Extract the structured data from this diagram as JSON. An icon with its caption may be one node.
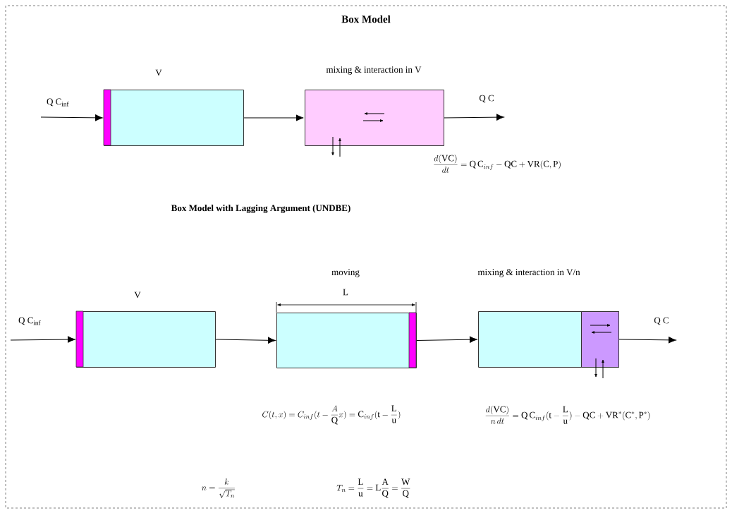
{
  "diagram": {
    "title": "Box Model",
    "nodes": [
      {
        "text": [
          "V"
        ]
      },
      {
        "text": [
          "mixing & interaction in V"
        ]
      },
      {
        "text": [
          "V"
        ]
      },
      {
        "text": [
          "moving"
        ]
      },
      {
        "text": [
          "mixing & interaction in V/n"
        ]
      },
      {
        "text": [],
        "shape": "box",
        "in": 4
      }
    ],
    "edges": [
      {
        "from": null,
        "to": 0,
        "arrow": "to",
        "label": "Q C$_{inf}$"
      },
      {
        "from": 0,
        "to": 1,
        "arrow": "to"
      },
      {
        "from": 1,
        "to": null,
        "arrow": "to",
        "label": "Q C"
      },
      {
        "from": null,
        "to": 2,
        "arrow": "to",
        "label": "Q C$_{inf}$"
      },
      {
        "from": 2,
        "to": 3,
        "arrow": "to"
      },
      {
        "from": 3,
        "to": 4,
        "arrow": "to"
      },
      {
        "from": 5,
        "to": null,
        "arrow": "to",
        "label": "Q C"
      }
    ],
    "labels": [
      "\\frac{d(\\mathrm{VC})}{dt} = \\mathrm{Q\\,C}_{inf} - \\mathrm{QC} + \\mathrm{VR}(\\mathrm{C},\\mathrm{P})",
      "Box Model with Lagging Argument (UNDBE)",
      "L",
      "C(t,x) = C_{inf}(t - \\frac{A}{\\mathrm{Q}}x) = \\mathrm{C}_{inf}(\\mathrm{t} - \\frac{\\mathrm{L}}{\\mathrm{u}})",
      "\\frac{d(\\mathrm{VC})}{n\\,dt} = \\mathrm{Q\\,C}_{inf}(\\mathrm{t} - \\frac{\\mathrm{L}}{\\mathrm{u}}) - \\mathrm{QC} + \\mathrm{VR}^{*}(\\mathrm{C}^{*},\\mathrm{P}^{*})",
      "n = \\frac{k}{\\sqrt{T_n}}",
      "T_n = \\frac{\\mathrm{L}}{\\mathrm{u}} = \\mathrm{L}\\frac{\\mathrm{A}}{\\mathrm{Q}} = \\frac{\\mathrm{W}}{\\mathrm{Q}}"
    ]
  }
}
